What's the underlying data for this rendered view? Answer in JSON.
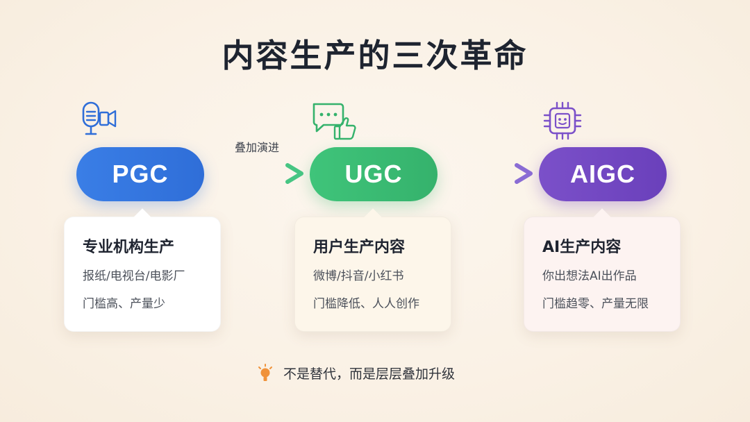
{
  "title": "内容生产的三次革命",
  "arrow_label": "叠加演进",
  "colors": {
    "pgc": "#2f6ed8",
    "ugc": "#35b26c",
    "aigc": "#6a40bb",
    "footer_accent": "#f0923a"
  },
  "stages": [
    {
      "icon": "microphone-camera-icon",
      "label": "PGC",
      "heading": "专业机构生产",
      "line1": "报纸/电视台/电影厂",
      "line2": "门槛高、产量少"
    },
    {
      "icon": "chat-thumbs-up-icon",
      "label": "UGC",
      "heading": "用户生产内容",
      "line1": "微博/抖音/小红书",
      "line2": "门槛降低、人人创作"
    },
    {
      "icon": "ai-chip-icon",
      "label": "AIGC",
      "heading": "AI生产内容",
      "line1": "你出想法AI出作品",
      "line2": "门槛趋零、产量无限"
    }
  ],
  "footer": {
    "icon": "lightbulb-icon",
    "text": "不是替代，而是层层叠加升级"
  }
}
